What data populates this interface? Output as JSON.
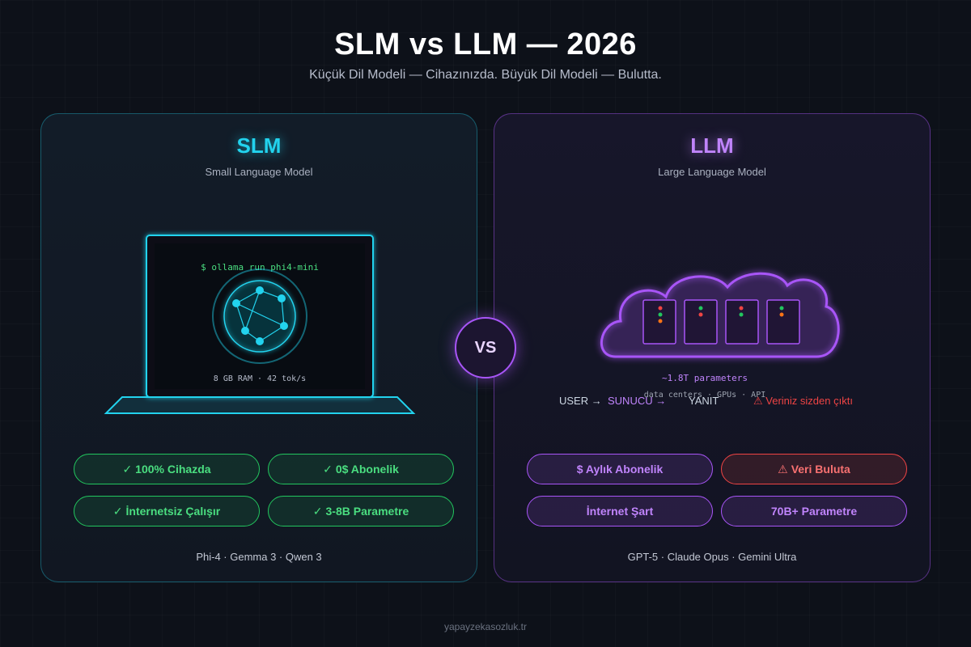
{
  "header": {
    "title": "SLM vs LLM — 2026",
    "subtitle": "Küçük Dil Modeli — Cihazınızda. Büyük Dil Modeli — Bulutta."
  },
  "slm": {
    "title": "SLM",
    "subtitle": "Small Language Model",
    "terminal_command": "$ ollama run phi4-mini",
    "terminal_stats": "8 GB RAM · 42 tok/s",
    "pills": [
      {
        "icon": "✓",
        "label": "100% Cihazda"
      },
      {
        "icon": "✓",
        "label": "0$ Abonelik"
      },
      {
        "icon": "✓",
        "label": "İnternetsiz Çalışır"
      },
      {
        "icon": "✓",
        "label": "3-8B Parametre"
      }
    ],
    "models": "Phi-4 · Gemma 3 · Qwen 3",
    "accent_color": "#22d3ee"
  },
  "llm": {
    "title": "LLM",
    "subtitle": "Large Language Model",
    "params_label": "~1.8T parameters",
    "datacenter_label": "data centers · GPUs · API",
    "flow": {
      "user": "USER →",
      "server": "SUNUCU →",
      "answer": "YANIT",
      "warning_icon": "⚠",
      "warning": "Veriniz sizden çıktı"
    },
    "pills": [
      {
        "icon": "",
        "label": "$ Aylık Abonelik"
      },
      {
        "icon": "⚠",
        "label": "Veri Buluta"
      },
      {
        "icon": "",
        "label": "İnternet Şart"
      },
      {
        "icon": "",
        "label": "70B+ Parametre"
      }
    ],
    "models": "GPT-5 · Claude Opus · Gemini Ultra",
    "accent_color": "#a855f7"
  },
  "vs_label": "VS",
  "footer": "yapayzekasozluk.tr"
}
